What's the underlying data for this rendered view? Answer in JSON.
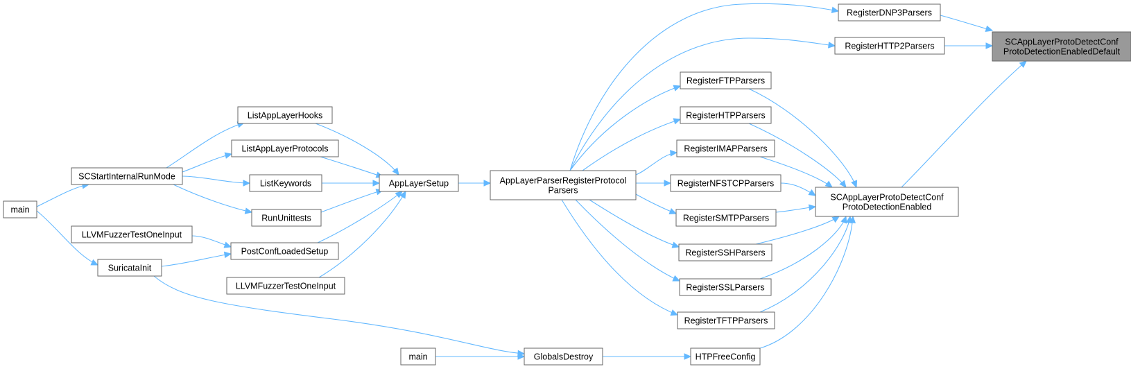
{
  "graph": {
    "root": "SCAppLayerProtoDetectConfProtoDetectionEnabledDefault",
    "colors": {
      "edge": "#63b8ff",
      "node_border": "#666666",
      "root_fill": "#999999",
      "node_fill": "#ffffff"
    },
    "nodes": [
      {
        "id": "n_main1",
        "lines": [
          "main"
        ]
      },
      {
        "id": "n_scstart",
        "lines": [
          "SCStartInternalRunMode"
        ]
      },
      {
        "id": "n_llvm1",
        "lines": [
          "LLVMFuzzerTestOneInput"
        ]
      },
      {
        "id": "n_suricatainit",
        "lines": [
          "SuricataInit"
        ]
      },
      {
        "id": "n_listhooks",
        "lines": [
          "ListAppLayerHooks"
        ]
      },
      {
        "id": "n_listprotocols",
        "lines": [
          "ListAppLayerProtocols"
        ]
      },
      {
        "id": "n_listkeywords",
        "lines": [
          "ListKeywords"
        ]
      },
      {
        "id": "n_rununittests",
        "lines": [
          "RunUnittests"
        ]
      },
      {
        "id": "n_postconf",
        "lines": [
          "PostConfLoadedSetup"
        ]
      },
      {
        "id": "n_llvm2",
        "lines": [
          "LLVMFuzzerTestOneInput"
        ]
      },
      {
        "id": "n_applayersetup",
        "lines": [
          "AppLayerSetup"
        ]
      },
      {
        "id": "n_main2",
        "lines": [
          "main"
        ]
      },
      {
        "id": "n_globalsdestroy",
        "lines": [
          "GlobalsDestroy"
        ]
      },
      {
        "id": "n_alpregister",
        "lines": [
          "AppLayerParserRegisterProtocol",
          "Parsers"
        ]
      },
      {
        "id": "n_dnp3",
        "lines": [
          "RegisterDNP3Parsers"
        ]
      },
      {
        "id": "n_http2",
        "lines": [
          "RegisterHTTP2Parsers"
        ]
      },
      {
        "id": "n_ftp",
        "lines": [
          "RegisterFTPParsers"
        ]
      },
      {
        "id": "n_htp",
        "lines": [
          "RegisterHTPParsers"
        ]
      },
      {
        "id": "n_imap",
        "lines": [
          "RegisterIMAPParsers"
        ]
      },
      {
        "id": "n_nfstcp",
        "lines": [
          "RegisterNFSTCPParsers"
        ]
      },
      {
        "id": "n_smtp",
        "lines": [
          "RegisterSMTPParsers"
        ]
      },
      {
        "id": "n_ssh",
        "lines": [
          "RegisterSSHParsers"
        ]
      },
      {
        "id": "n_ssl",
        "lines": [
          "RegisterSSLParsers"
        ]
      },
      {
        "id": "n_tftp",
        "lines": [
          "RegisterTFTPParsers"
        ]
      },
      {
        "id": "n_htpfree",
        "lines": [
          "HTPFreeConfig"
        ]
      },
      {
        "id": "n_scenabled",
        "lines": [
          "SCAppLayerProtoDetectConf",
          "ProtoDetectionEnabled"
        ]
      },
      {
        "id": "n_root",
        "lines": [
          "SCAppLayerProtoDetectConf",
          "ProtoDetectionEnabledDefault"
        ]
      }
    ],
    "edges": [
      [
        "n_main1",
        "n_scstart"
      ],
      [
        "n_main1",
        "n_suricatainit"
      ],
      [
        "n_scstart",
        "n_listhooks"
      ],
      [
        "n_scstart",
        "n_listprotocols"
      ],
      [
        "n_scstart",
        "n_listkeywords"
      ],
      [
        "n_scstart",
        "n_rununittests"
      ],
      [
        "n_llvm1",
        "n_postconf"
      ],
      [
        "n_suricatainit",
        "n_postconf"
      ],
      [
        "n_suricatainit",
        "n_globalsdestroy"
      ],
      [
        "n_listhooks",
        "n_applayersetup"
      ],
      [
        "n_listprotocols",
        "n_applayersetup"
      ],
      [
        "n_listkeywords",
        "n_applayersetup"
      ],
      [
        "n_rununittests",
        "n_applayersetup"
      ],
      [
        "n_postconf",
        "n_applayersetup"
      ],
      [
        "n_llvm2",
        "n_applayersetup"
      ],
      [
        "n_applayersetup",
        "n_alpregister"
      ],
      [
        "n_main2",
        "n_globalsdestroy"
      ],
      [
        "n_globalsdestroy",
        "n_htpfree"
      ],
      [
        "n_alpregister",
        "n_dnp3"
      ],
      [
        "n_alpregister",
        "n_http2"
      ],
      [
        "n_alpregister",
        "n_ftp"
      ],
      [
        "n_alpregister",
        "n_htp"
      ],
      [
        "n_alpregister",
        "n_imap"
      ],
      [
        "n_alpregister",
        "n_nfstcp"
      ],
      [
        "n_alpregister",
        "n_smtp"
      ],
      [
        "n_alpregister",
        "n_ssh"
      ],
      [
        "n_alpregister",
        "n_ssl"
      ],
      [
        "n_alpregister",
        "n_tftp"
      ],
      [
        "n_ftp",
        "n_scenabled"
      ],
      [
        "n_htp",
        "n_scenabled"
      ],
      [
        "n_imap",
        "n_scenabled"
      ],
      [
        "n_nfstcp",
        "n_scenabled"
      ],
      [
        "n_smtp",
        "n_scenabled"
      ],
      [
        "n_ssh",
        "n_scenabled"
      ],
      [
        "n_ssl",
        "n_scenabled"
      ],
      [
        "n_tftp",
        "n_scenabled"
      ],
      [
        "n_htpfree",
        "n_scenabled"
      ],
      [
        "n_dnp3",
        "n_root"
      ],
      [
        "n_http2",
        "n_root"
      ],
      [
        "n_scenabled",
        "n_root"
      ]
    ]
  }
}
